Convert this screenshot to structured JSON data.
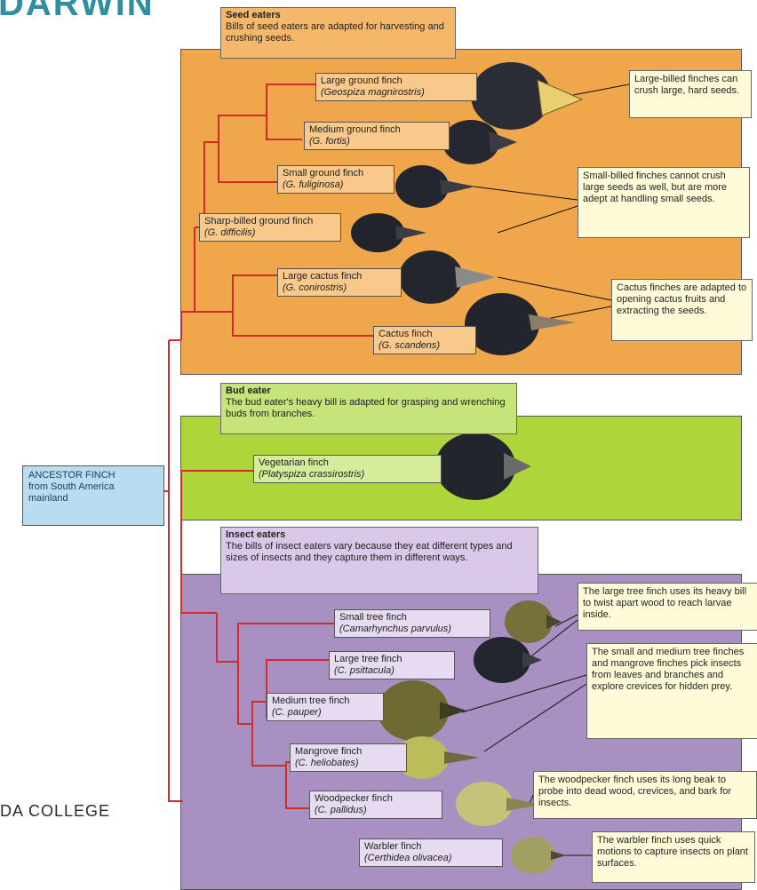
{
  "page": {
    "top_title": "DARWIN",
    "college": "DA COLLEGE"
  },
  "ancestor": {
    "line1": "ANCESTOR FINCH",
    "line2": "from South America",
    "line3": "mainland"
  },
  "seed_eaters": {
    "title": "Seed eaters",
    "desc": "Bills of seed eaters are adapted for harvesting and crushing seeds.",
    "color": "#f0a64a",
    "finches": [
      {
        "name": "Large ground finch",
        "sci": "(Geospiza magnirostris)"
      },
      {
        "name": "Medium ground finch",
        "sci": "(G. fortis)"
      },
      {
        "name": "Small ground finch",
        "sci": "(G. fuliginosa)"
      },
      {
        "name": "Sharp-billed ground finch",
        "sci": "(G. difficilis)"
      },
      {
        "name": "Large cactus finch",
        "sci": "(G. conirostris)"
      },
      {
        "name": "Cactus finch",
        "sci": "(G. scandens)"
      }
    ],
    "notes": [
      "Large-billed finches can crush large, hard seeds.",
      "Small-billed finches cannot crush large seeds as well, but are more adept at handling small seeds.",
      "Cactus finches are adapted to opening cactus fruits and extracting the seeds."
    ]
  },
  "bud_eater": {
    "title": "Bud eater",
    "desc": "The bud eater's heavy bill is adapted for grasping and wrenching buds from branches.",
    "color": "#aed63a",
    "finches": [
      {
        "name": "Vegetarian finch",
        "sci": "(Platyspiza crassirostris)"
      }
    ]
  },
  "insect_eaters": {
    "title": "Insect eaters",
    "desc": "The bills of insect eaters vary because they eat different types and sizes of insects and they capture them in different ways.",
    "color": "#a990c2",
    "finches": [
      {
        "name": "Small tree finch",
        "sci": "(Camarhynchus parvulus)"
      },
      {
        "name": "Large tree finch",
        "sci": "(C. psittacula)"
      },
      {
        "name": "Medium tree finch",
        "sci": "(C. pauper)"
      },
      {
        "name": "Mangrove finch",
        "sci": "(C. heliobates)"
      },
      {
        "name": "Woodpecker finch",
        "sci": "(C. pallidus)"
      },
      {
        "name": "Warbler finch",
        "sci": "(Certhidea olivacea)"
      }
    ],
    "notes": [
      "The large tree finch uses its heavy bill to twist apart wood to reach larvae inside.",
      "The small and medium tree finches and mangrove finches pick insects from leaves and branches and explore crevices for hidden prey.",
      "The woodpecker finch uses its long beak to probe into dead wood, crevices, and bark for insects.",
      "The warbler finch uses quick motions to capture insects on plant surfaces."
    ]
  }
}
